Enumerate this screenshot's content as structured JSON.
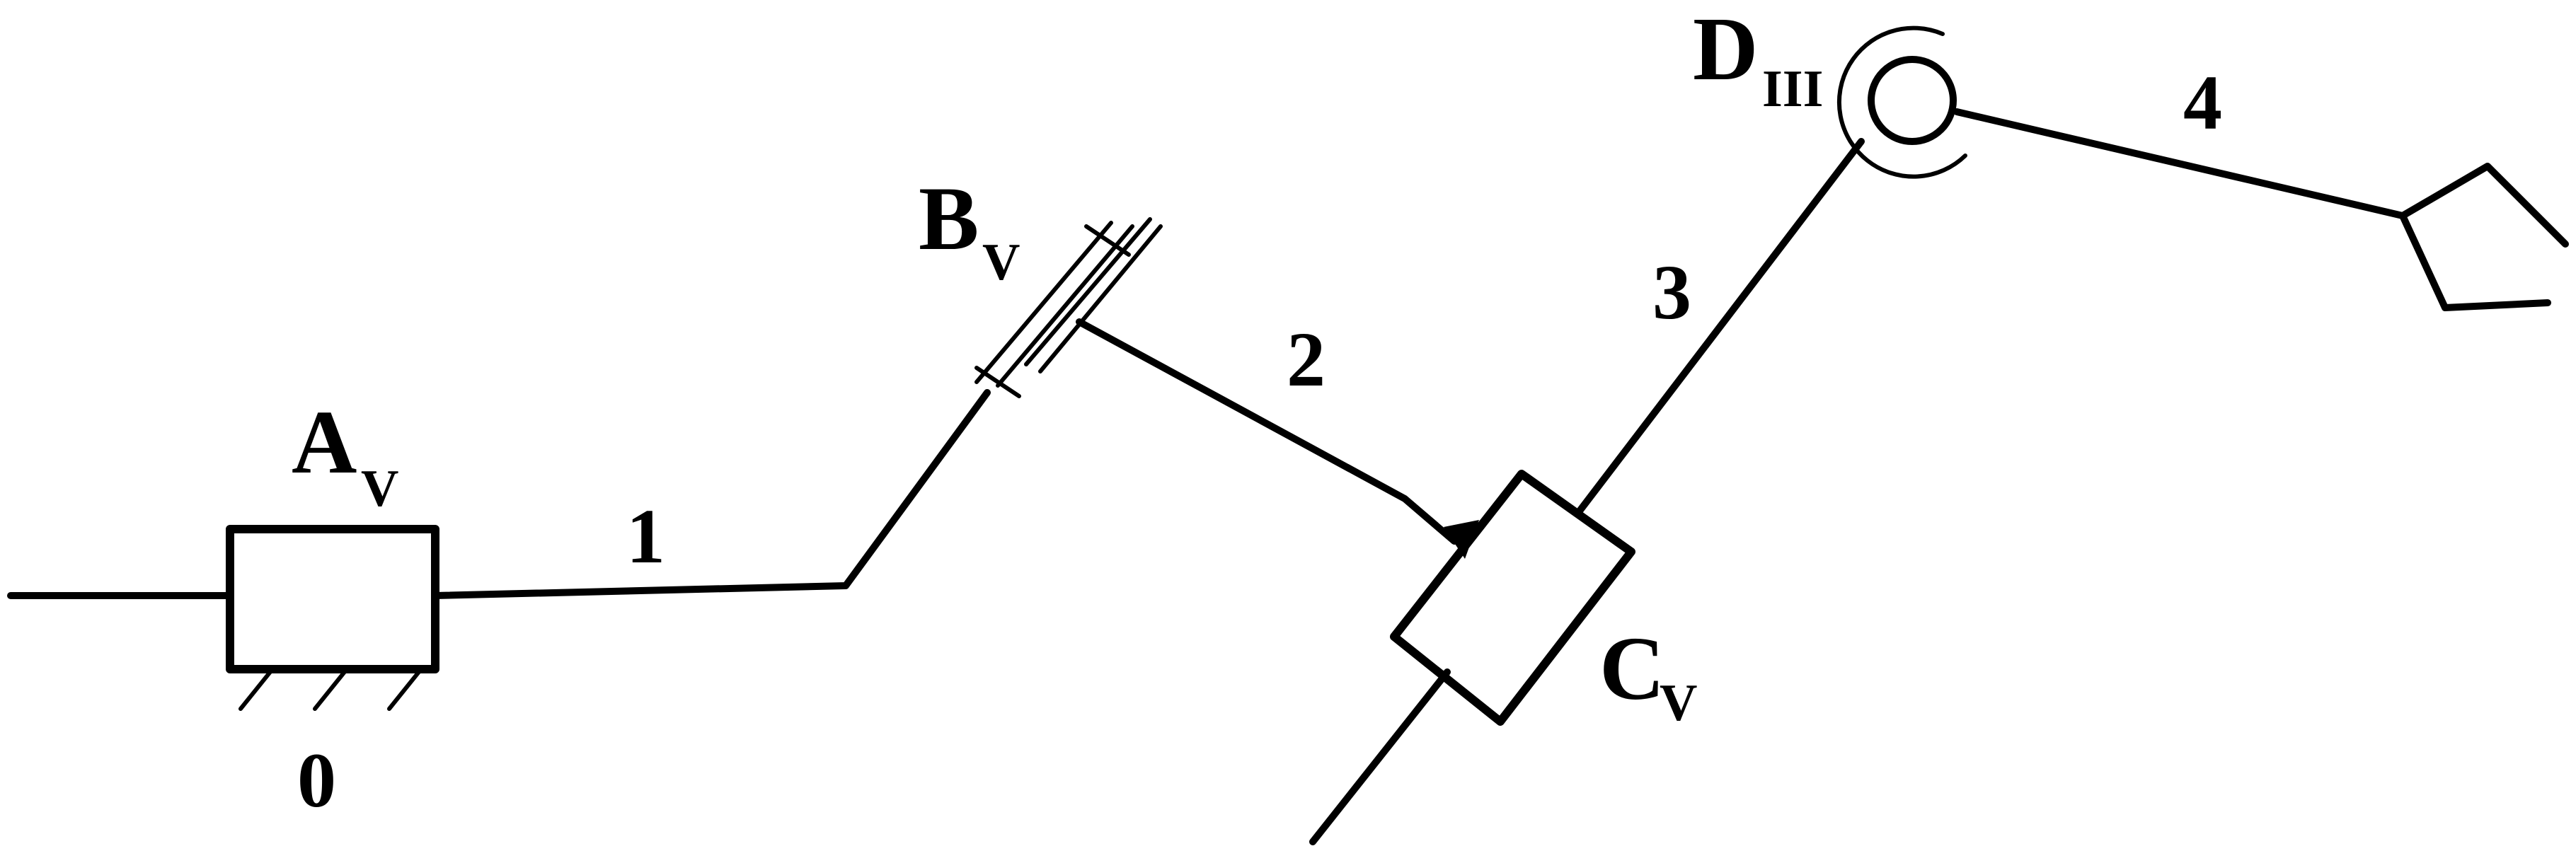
{
  "joints": {
    "A": {
      "letter": "A",
      "class": "V"
    },
    "B": {
      "letter": "B",
      "class": "V"
    },
    "C": {
      "letter": "C",
      "class": "V"
    },
    "D": {
      "letter": "D",
      "class": "III"
    }
  },
  "links": {
    "ground": "0",
    "link1": "1",
    "link2": "2",
    "link3": "3",
    "link4": "4"
  },
  "colors": {
    "stroke": "#000000",
    "background": "#ffffff"
  }
}
